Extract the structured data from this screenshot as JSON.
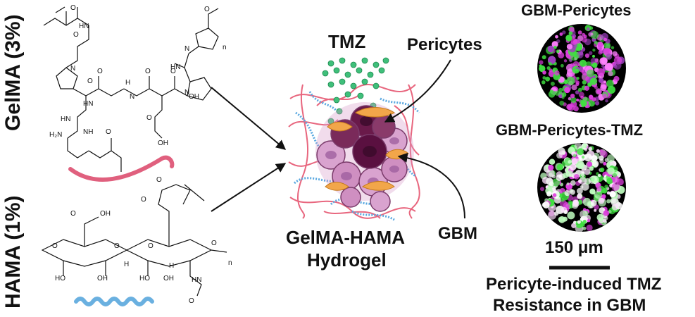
{
  "left": {
    "gelma_label": "GelMA (3%)",
    "hama_label": "HAMA (1%)",
    "gelma_atoms": [
      "O",
      "HN",
      "O",
      "N",
      "O",
      "HN",
      "O",
      "N",
      "O",
      "H",
      "N",
      "O",
      "N",
      "O",
      "HN",
      "O",
      "OH",
      "HN",
      "NH",
      "H₂N",
      "O",
      "OH",
      "n"
    ],
    "hama_atoms": [
      "O",
      "OH",
      "O",
      "O",
      "HO",
      "OH",
      "O",
      "H",
      "O",
      "O",
      "O",
      "HO",
      "OH",
      "H",
      "HN",
      "O",
      "n"
    ]
  },
  "center": {
    "drug_label": "TMZ",
    "pericytes_label": "Pericytes",
    "gbm_label": "GBM",
    "hydrogel_line1": "GelMA-HAMA",
    "hydrogel_line2": "Hydrogel"
  },
  "right": {
    "top_label": "GBM-Pericytes",
    "mid_label": "GBM-Pericytes-TMZ",
    "scale_label": "150 μm",
    "caption_line1": "Pericyte-induced TMZ",
    "caption_line2": "Resistance in GBM"
  },
  "colors": {
    "gelma_strand": "#e0607e",
    "hama_strand": "#6ab0e0",
    "tmz_dot": "#3fbf7a",
    "gbm_cell": "#c77fb8",
    "gbm_dark": "#6a1a4a",
    "pericyte": "#f2a64a",
    "hydrogel_red": "#e8667e",
    "hydrogel_blue": "#5aa8e0",
    "stain_magenta": "#e040e0",
    "stain_green": "#40e040"
  }
}
